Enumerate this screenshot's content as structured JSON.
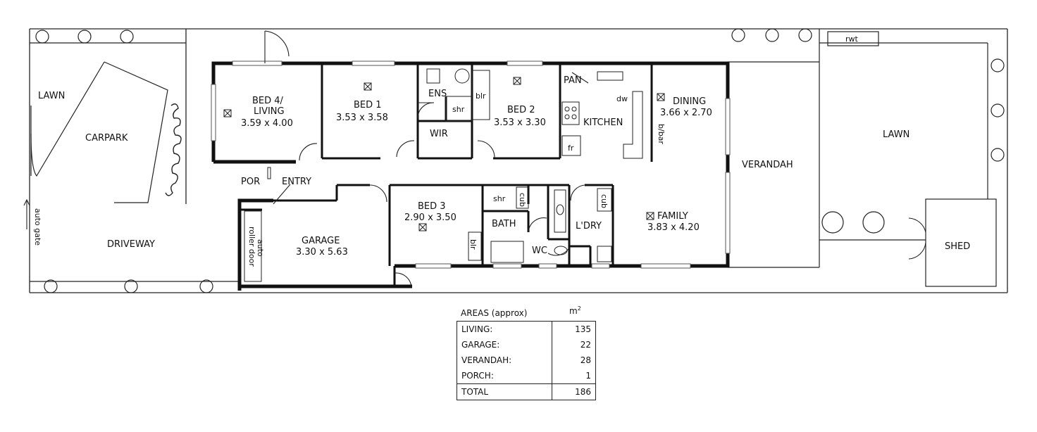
{
  "rooms": {
    "bed4_line1": "BED 4/",
    "bed4_line2": "LIVING",
    "bed4_dim": "3.59 x 4.00",
    "bed1": "BED 1",
    "bed1_dim": "3.53 x 3.58",
    "ens": "ENS",
    "shr_ens": "shr",
    "blr_top": "blr",
    "wir": "WIR",
    "bed2": "BED 2",
    "bed2_dim": "3.53 x 3.30",
    "pan": "PAN",
    "dw": "dw",
    "fr": "fr",
    "kitchen": "KITCHEN",
    "dining": "DINING",
    "dining_dim": "3.66 x 2.70",
    "bbar": "b/bar",
    "verandah": "VERANDAH",
    "lawn_right": "LAWN",
    "rwt": "rwt",
    "shed": "SHED",
    "lawn_left": "LAWN",
    "carpark": "CARPARK",
    "driveway": "DRIVEWAY",
    "auto_gate": "auto gate",
    "por": "POR",
    "entry": "ENTRY",
    "garage": "GARAGE",
    "garage_dim": "3.30 x 5.63",
    "roller_line1": "auto",
    "roller_line2": "roller door",
    "bed3": "BED 3",
    "bed3_dim": "2.90 x 3.50",
    "shr_bath": "shr",
    "cub_bath": "cub",
    "bath": "BATH",
    "blr_bath": "blr",
    "wc": "WC",
    "ldry": "L'DRY",
    "cub_ldry": "cub",
    "family": "FAMILY",
    "family_dim": "3.83 x 4.20"
  },
  "areas": {
    "title": "AREAS (approx)",
    "unit": "m",
    "unit_sup": "2",
    "rows": [
      {
        "label": "LIVING:",
        "value": "135"
      },
      {
        "label": "GARAGE:",
        "value": "22"
      },
      {
        "label": "VERANDAH:",
        "value": "28"
      },
      {
        "label": "PORCH:",
        "value": "1"
      }
    ],
    "total_label": "TOTAL",
    "total_value": "186"
  }
}
